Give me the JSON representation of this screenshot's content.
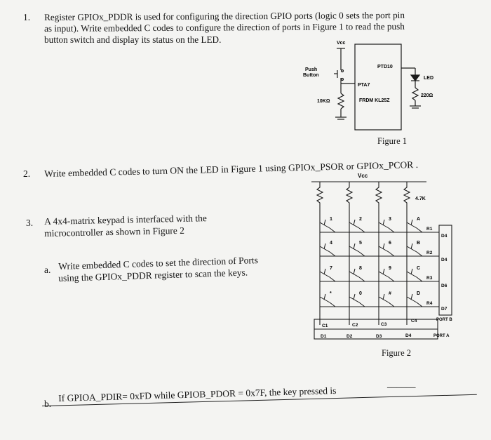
{
  "q1": {
    "number": "1.",
    "line1": "Register GPIOx_PDDR is used for configuring the direction GPIO ports (logic 0 sets the port pin",
    "line2": "as input). Write embedded C codes to configure the direction of ports in Figure 1 to read the push",
    "line3": "button switch and display its status on the LED."
  },
  "figure1": {
    "vcc": "Vcc",
    "push": "Push",
    "button": "Button",
    "chip_label": "PTD10",
    "pin_label": "PTA7",
    "board_label": "FRDM KL25Z",
    "led_label": "LED",
    "resistor_led": "220Ω",
    "resistor_pull": "10KΩ",
    "caption": "Figure 1"
  },
  "q2": {
    "number": "2.",
    "text": "Write embedded C codes to turn ON the LED in Figure 1 using GPIOx_PSOR or GPIOx_PCOR ."
  },
  "q3": {
    "number": "3.",
    "line1": "A 4x4-matrix keypad is interfaced with the",
    "line2": "microcontroller as shown in Figure 2"
  },
  "q3a": {
    "letter": "a.",
    "line1": "Write embedded C codes to set the direction of Ports",
    "line2": "using the GPIOx_PDDR register to scan the keys."
  },
  "figure2": {
    "vcc": "Vcc",
    "resistor": "4.7K",
    "keys": [
      "1",
      "2",
      "3",
      "A",
      "4",
      "5",
      "6",
      "B",
      "7",
      "8",
      "9",
      "C",
      "*",
      "0",
      "#",
      "D"
    ],
    "rows": [
      "R1",
      "R2",
      "R3",
      "R4"
    ],
    "row_pins": [
      "D4",
      "D4",
      "D6",
      "D7"
    ],
    "cols": [
      "C1",
      "C2",
      "C3",
      "C4"
    ],
    "col_pins": [
      "D1",
      "D2",
      "D3",
      "D4"
    ],
    "port_b": "PORT B",
    "port_a": "PORT A",
    "caption": "Figure 2"
  },
  "q3b": {
    "letter": "b.",
    "text": "If GPIOA_PDIR= 0xFD while GPIOB_PDOR = 0x7F, the key pressed is",
    "blank": "______"
  }
}
